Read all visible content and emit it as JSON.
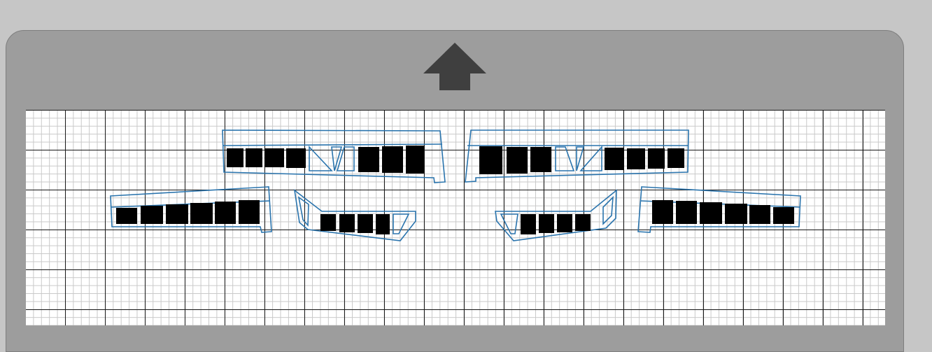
{
  "mat": {
    "feed_direction_icon": "up-arrow-icon"
  },
  "colors": {
    "background": "#c6c6c6",
    "mat_frame": "#9d9d9d",
    "arrow": "#3f3f3f",
    "cut_lines": "#2a74ad",
    "grid_major": "#1a1a1a",
    "grid_minor": "#c9c9c9"
  },
  "pieces": [
    {
      "id": "wing-rib-top-left",
      "cells": 11
    },
    {
      "id": "wing-rib-top-right",
      "cells": 11
    },
    {
      "id": "wing-tip-left",
      "cells": 6
    },
    {
      "id": "aileron-left",
      "cells": 6
    },
    {
      "id": "aileron-right",
      "cells": 6
    },
    {
      "id": "wing-tip-right",
      "cells": 6
    }
  ]
}
